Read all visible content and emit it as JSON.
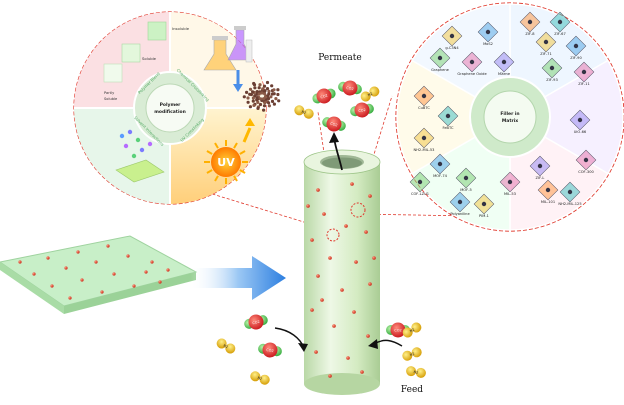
{
  "labels": {
    "permeate": "Permeate",
    "feed": "Feed"
  },
  "left_circle": {
    "center_title_line1": "Polymer",
    "center_title_line2": "modification",
    "ring_labels": {
      "top_left": "Polymer Blend",
      "top_right": "Chemical Crosslinking",
      "bottom_left": "Solvent Interactions",
      "bottom_right": "UV Crosslinking"
    },
    "blocks": {
      "insoluble": "Insoluble",
      "soluble": "Soluble",
      "partly_soluble_line1": "Partly",
      "partly_soluble_line2": "Soluble"
    },
    "uv_text": "UV"
  },
  "right_circle": {
    "center_title_line1": "Filler in",
    "center_title_line2": "Matrix",
    "materials": [
      "g-C3N4",
      "MoS2",
      "Graphene",
      "Graphene Oxide",
      "MXene",
      "ZIF-8",
      "ZIF-67",
      "ZIF-71",
      "ZIF-90",
      "ZIF-93",
      "ZIF-11",
      "UiO-66",
      "CuBTC",
      "FeBTC",
      "NH2-MIL-53",
      "MOF-74",
      "MOF-5",
      "MIL-53",
      "ZIF-L",
      "MIL-101",
      "NH2-MIL-125",
      "PIM-1",
      "Polyaniline",
      "COF-LZU1",
      "COF-300"
    ]
  },
  "colors": {
    "circle_border": "#e03a2e",
    "tube": "#d8eec6",
    "membrane": "#c6ecc4",
    "arrow_blue": "#3a8ee8",
    "co2_red": "#e0262b",
    "co2_green": "#54c85a",
    "n2_yellow": "#e8b400"
  },
  "molecule_labels": {
    "co2": "CO2",
    "n2": "N2"
  }
}
